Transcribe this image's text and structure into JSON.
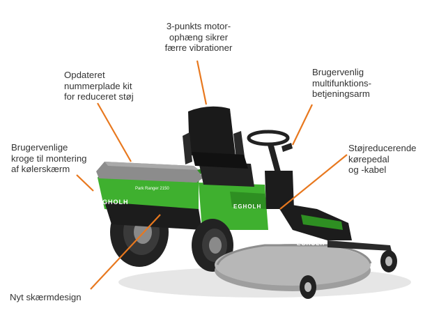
{
  "colors": {
    "callout": "#e8781e",
    "text": "#333333",
    "body_green": "#3fb02f",
    "body_dark": "#1c1c1c",
    "deck_grey": "#b7b7b7"
  },
  "callouts": {
    "motor_mount": "3-punkts motor-\nophæng sikrer\nfærre vibrationer",
    "number_plate": "Opdateret\nnummerplade kit\nfor reduceret støj",
    "operating_arm": "Brugervenlig\nmultifunktions-\nbetjeningsarm",
    "radiator_hooks": "Brugervenlige\nkroge til montering\naf kølerskærm",
    "drive_pedal": "Støjreducerende\nkørepedal\nog -kabel",
    "screen_design": "Nyt skærmdesign"
  },
  "product": {
    "brand_side": "EGHOLH",
    "brand_deck": "EGHOLH",
    "brand_rear": "EGHOLH",
    "model_badge": "Park Ranger 2150"
  }
}
